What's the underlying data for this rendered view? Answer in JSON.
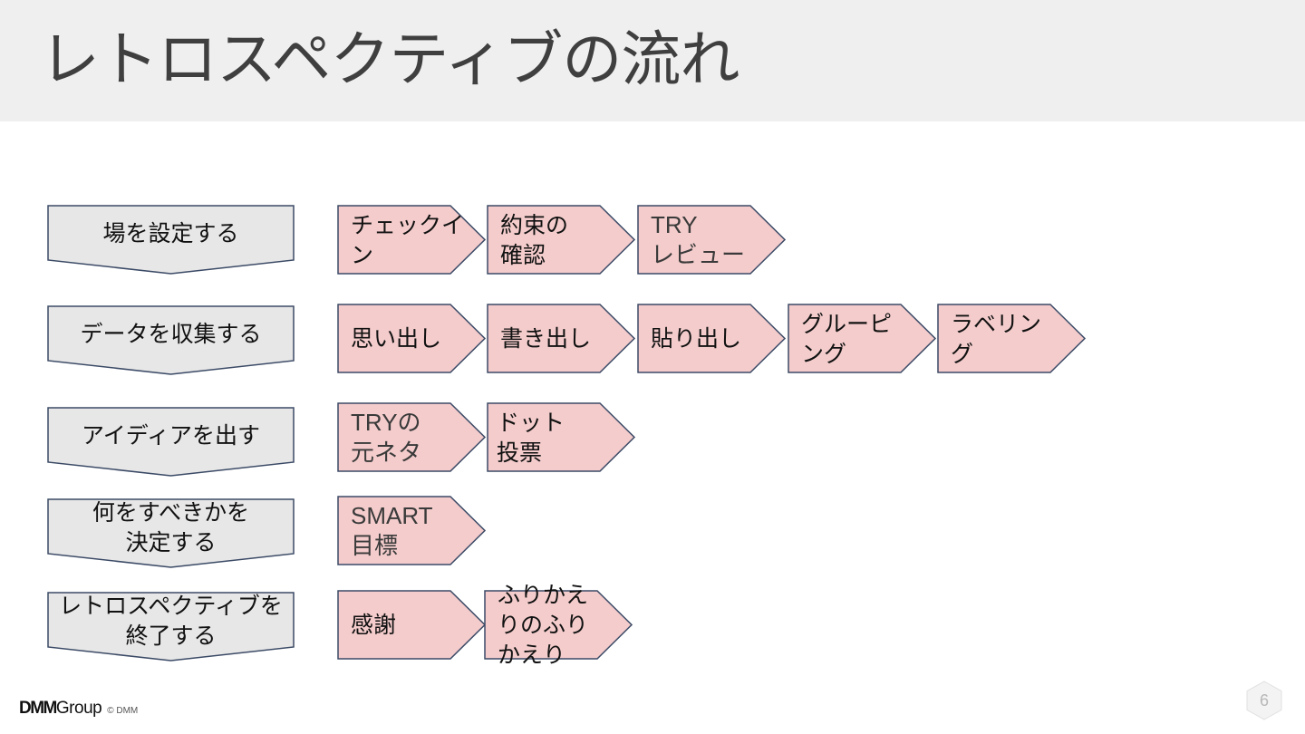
{
  "title": "レトロスペクティブの流れ",
  "colors": {
    "header_bg": "#efefef",
    "stage_fill": "#e7e7e7",
    "step_fill": "#f4cccc",
    "outline": "#3b4a66"
  },
  "rows": [
    {
      "stage": "場を設定する",
      "steps": [
        "チェックイ\nン",
        "約束の\n確認",
        "TRY\nレビュー"
      ]
    },
    {
      "stage": "データを収集する",
      "steps": [
        "思い出し",
        "書き出し",
        "貼り出し",
        "グルーピ\nング",
        "ラベリン\nグ"
      ]
    },
    {
      "stage": "アイディアを出す",
      "steps": [
        "TRYの\n元ネタ",
        "ドット\n投票"
      ]
    },
    {
      "stage": "何をすべきかを\n決定する",
      "steps": [
        "SMART\n目標"
      ]
    },
    {
      "stage": "レトロスペクティブを\n終了する",
      "steps": [
        "感謝",
        "ふりかえ\nりのふり\nかえり"
      ]
    }
  ],
  "footer": {
    "logo_brand": "DMM",
    "logo_group": "Group",
    "copyright": "© DMM",
    "page_number": "6"
  }
}
